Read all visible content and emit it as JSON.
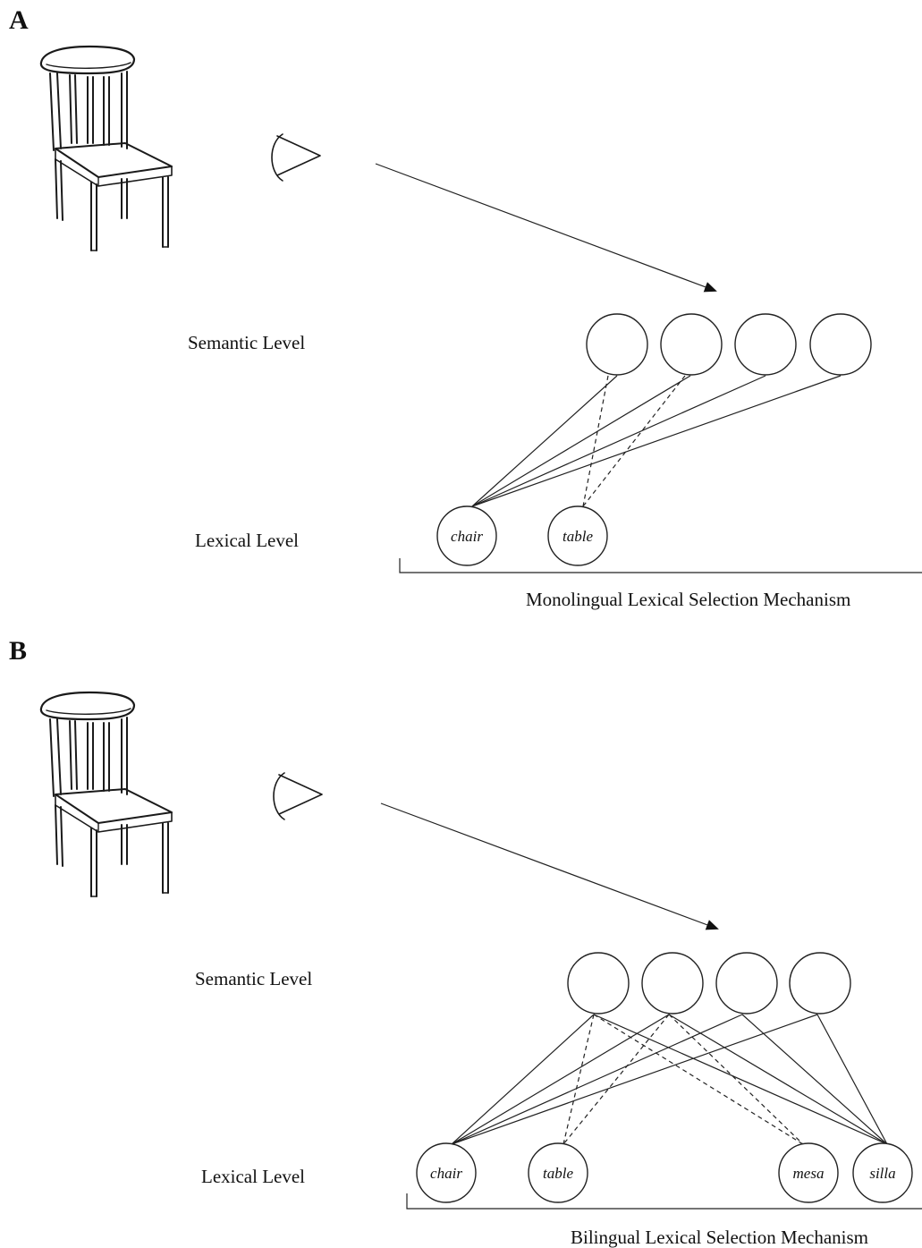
{
  "panels": [
    {
      "letter": "A",
      "semantic_label": "Semantic Level",
      "lexical_label": "Lexical Level",
      "mechanism_label": "Monolingual Lexical Selection Mechanism",
      "picture": "chair-drawing",
      "eye_icon": "eye-icon",
      "semantic_nodes": 4,
      "lexical_words": [
        "chair",
        "table"
      ],
      "connections": [
        {
          "from": 0,
          "to": "chair",
          "style": "solid"
        },
        {
          "from": 1,
          "to": "chair",
          "style": "solid"
        },
        {
          "from": 2,
          "to": "chair",
          "style": "solid"
        },
        {
          "from": 3,
          "to": "chair",
          "style": "solid"
        },
        {
          "from": 0,
          "to": "table",
          "style": "dashed"
        },
        {
          "from": 1,
          "to": "table",
          "style": "dashed"
        }
      ]
    },
    {
      "letter": "B",
      "semantic_label": "Semantic Level",
      "lexical_label": "Lexical Level",
      "mechanism_label": "Bilingual Lexical Selection Mechanism",
      "picture": "chair-drawing",
      "eye_icon": "eye-icon",
      "semantic_nodes": 4,
      "lexical_words": [
        "chair",
        "table",
        "mesa",
        "silla"
      ],
      "connections": [
        {
          "from": 0,
          "to": "chair",
          "style": "solid"
        },
        {
          "from": 1,
          "to": "chair",
          "style": "solid"
        },
        {
          "from": 2,
          "to": "chair",
          "style": "solid"
        },
        {
          "from": 3,
          "to": "chair",
          "style": "solid"
        },
        {
          "from": 0,
          "to": "table",
          "style": "dashed"
        },
        {
          "from": 1,
          "to": "table",
          "style": "dashed"
        },
        {
          "from": 0,
          "to": "mesa",
          "style": "dashed"
        },
        {
          "from": 1,
          "to": "mesa",
          "style": "dashed"
        },
        {
          "from": 0,
          "to": "silla",
          "style": "solid"
        },
        {
          "from": 1,
          "to": "silla",
          "style": "solid"
        },
        {
          "from": 2,
          "to": "silla",
          "style": "solid"
        },
        {
          "from": 3,
          "to": "silla",
          "style": "solid"
        }
      ]
    }
  ]
}
